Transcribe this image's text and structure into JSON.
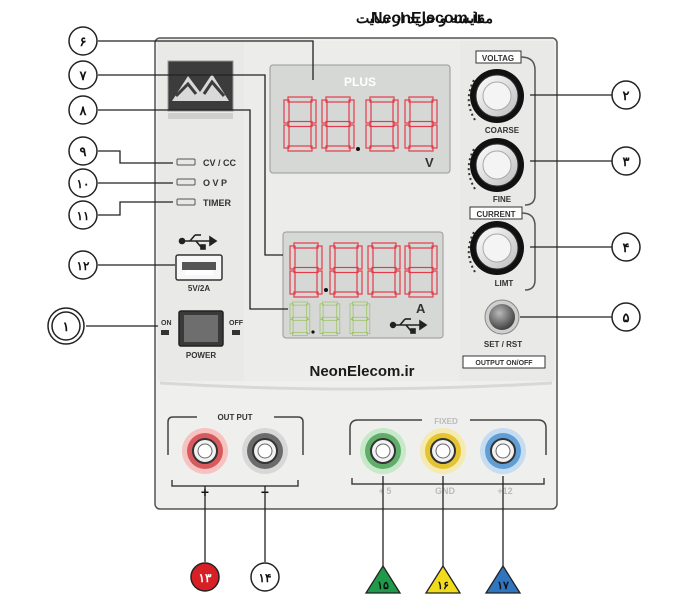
{
  "header": {
    "brand": "NeonElecom.ir",
    "persian_caption": "مقایسه و خرید از سایت"
  },
  "watermark": {
    "text": "NeonElecom.ir"
  },
  "panel": {
    "display_top_label": "PLUS",
    "voltage_unit": "V",
    "current_unit": "A",
    "indicators": [
      {
        "label": "CV / CC"
      },
      {
        "label": "O V P"
      },
      {
        "label": "TIMER"
      }
    ],
    "usb_label": "5V/2A",
    "power_on": "ON",
    "power_off": "OFF",
    "power_label": "POWER",
    "voltage_group": "VOLTAG",
    "coarse_label": "COARSE",
    "fine_label": "FINE",
    "current_group": "CURRENT",
    "limit_label": "LIMT",
    "set_label": "SET / RST",
    "output_onoff": "OUTPUT ON/OFF",
    "output_group": "OUT PUT",
    "plus_sign": "+",
    "minus_sign": "−",
    "fixed_group": "FIXED",
    "fixed_terminals": [
      "+ 5",
      "GND",
      "+12"
    ]
  },
  "callouts": [
    {
      "num": "۱"
    },
    {
      "num": "۲"
    },
    {
      "num": "۳"
    },
    {
      "num": "۴"
    },
    {
      "num": "۵"
    },
    {
      "num": "۶"
    },
    {
      "num": "۷"
    },
    {
      "num": "۸"
    },
    {
      "num": "۹"
    },
    {
      "num": "۱۰"
    },
    {
      "num": "۱۱"
    },
    {
      "num": "۱۲"
    },
    {
      "num": "۱۳"
    },
    {
      "num": "۱۴"
    },
    {
      "num": "۱۵"
    },
    {
      "num": "۱۶"
    },
    {
      "num": "۱۷"
    }
  ],
  "colors": {
    "panel": "#eeeeec",
    "display": "#d9dbd9",
    "led_red": "#e43b4a",
    "badge_red": "#d91f26",
    "badge_green": "#1f9a4b",
    "badge_yellow": "#f1dc1b",
    "badge_blue": "#2f75c0"
  }
}
